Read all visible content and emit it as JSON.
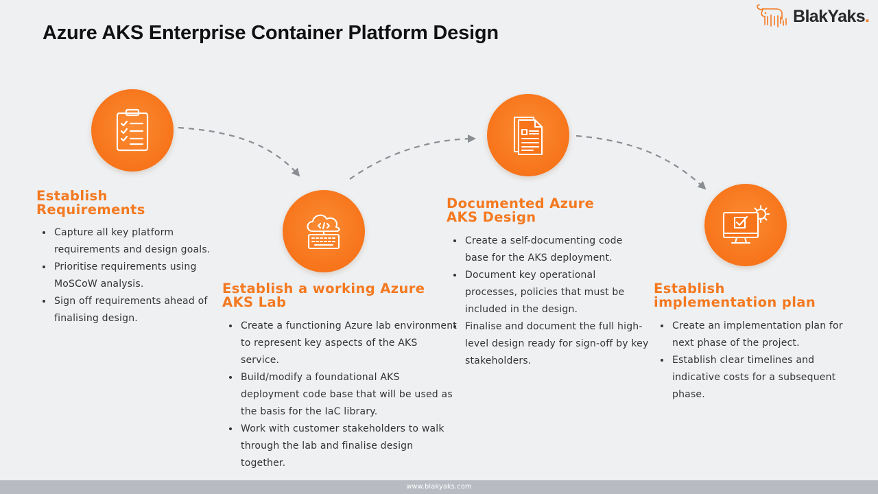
{
  "title": "Azure AKS Enterprise Container Platform Design",
  "logo": {
    "text": "BlakYaks",
    "dot": ".",
    "icon": "yak-icon"
  },
  "colors": {
    "accent": "#f47920",
    "background": "#eef0f2",
    "footer": "#b8bcc2",
    "arrow": "#8a8d92"
  },
  "steps": [
    {
      "icon": "clipboard-checklist-icon",
      "title_line1": "Establish",
      "title_line2": "Requirements",
      "bullets": [
        "Capture all key platform requirements and design goals.",
        "Prioritise requirements using MoSCoW analysis.",
        "Sign off requirements ahead of finalising design."
      ]
    },
    {
      "icon": "cloud-code-icon",
      "title_line1": "Establish a working Azure",
      "title_line2": "AKS Lab",
      "bullets": [
        "Create a functioning Azure lab environment to represent key aspects of the AKS service.",
        "Build/modify a foundational AKS deployment code base that will be used as the basis for the IaC library.",
        "Work with customer stakeholders to walk through the lab and finalise design together."
      ]
    },
    {
      "icon": "documents-icon",
      "title_line1": "Documented Azure",
      "title_line2": "AKS Design",
      "bullets": [
        "Create a self-documenting code base for the AKS deployment.",
        "Document key operational processes, policies that must be included in the design.",
        "Finalise and document the full high-level design ready for sign-off by key stakeholders."
      ]
    },
    {
      "icon": "monitor-gear-icon",
      "title_line1": "Establish",
      "title_line2": "implementation plan",
      "bullets": [
        "Create an implementation plan for next phase of the project.",
        "Establish clear timelines and indicative costs for a subsequent phase."
      ]
    }
  ],
  "footer": {
    "url": "www.blakyaks.com"
  }
}
